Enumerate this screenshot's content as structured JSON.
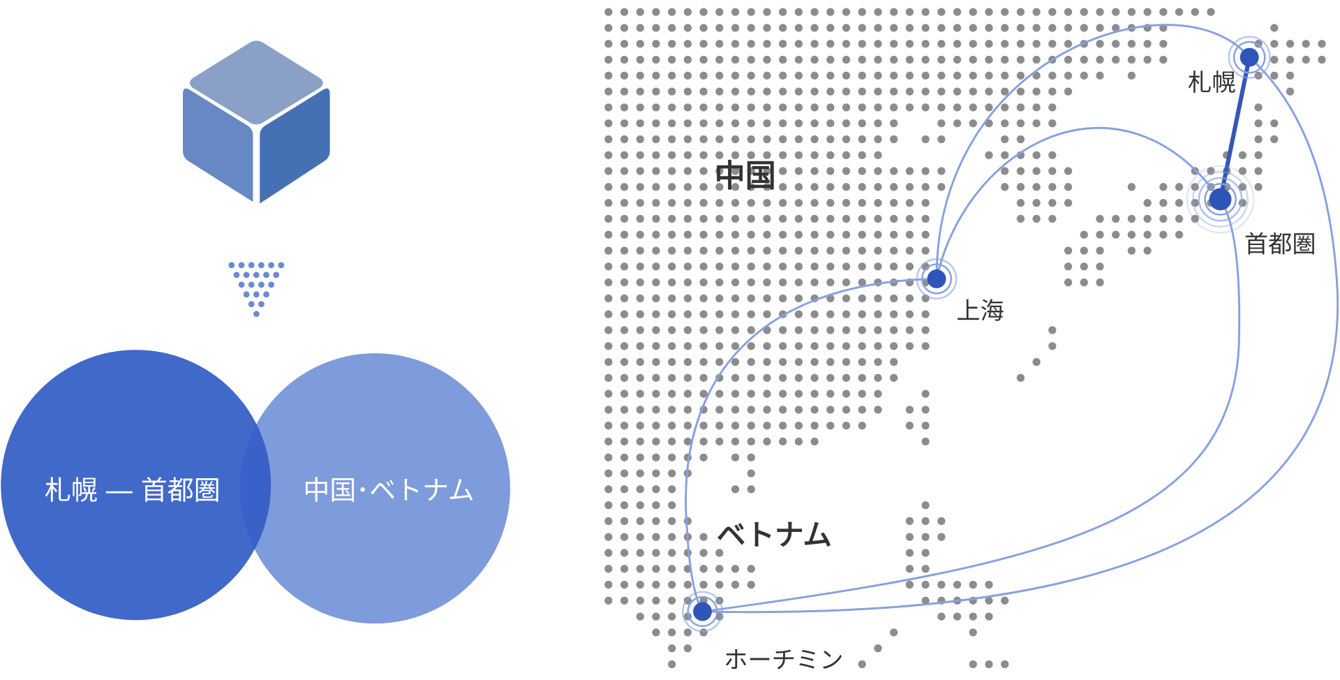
{
  "colors": {
    "cube_top": "#8aa0c6",
    "cube_left": "#6688c4",
    "cube_right": "#4670b4",
    "circle_primary": "#4169c9",
    "circle_secondary": "#7e9bdb",
    "circle_overlap": "#3a60c9",
    "map_dot": "#8c8c8c",
    "route": "#87a1df",
    "route_main": "#3556b8",
    "city": "#2f55b8"
  },
  "venn": {
    "left_label": "札幌 ― 首都圏",
    "right_label": "中国･ベトナム"
  },
  "map": {
    "regions": [
      {
        "id": "china",
        "label": "中国"
      },
      {
        "id": "vietnam",
        "label": "ベトナム"
      }
    ],
    "cities": [
      {
        "id": "sapporo",
        "label": "札幌"
      },
      {
        "id": "shutoken",
        "label": "首都圏"
      },
      {
        "id": "shanghai",
        "label": "上海"
      },
      {
        "id": "hochiminh",
        "label": "ホーチミン"
      }
    ]
  }
}
